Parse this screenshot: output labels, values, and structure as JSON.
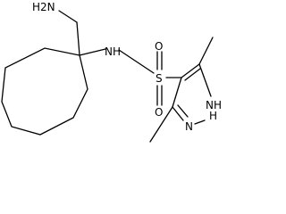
{
  "molecule": {
    "labels": {
      "aminomethyl": "H2N",
      "sulfonamide_nh": "NH",
      "sulfur": "S",
      "oxygen_top": "O",
      "oxygen_bottom": "O",
      "ring_n": "N",
      "ring_nh": "NH",
      "ring_nh_h": "H"
    },
    "colors": {
      "ink": "#000000",
      "background": "#ffffff"
    }
  }
}
